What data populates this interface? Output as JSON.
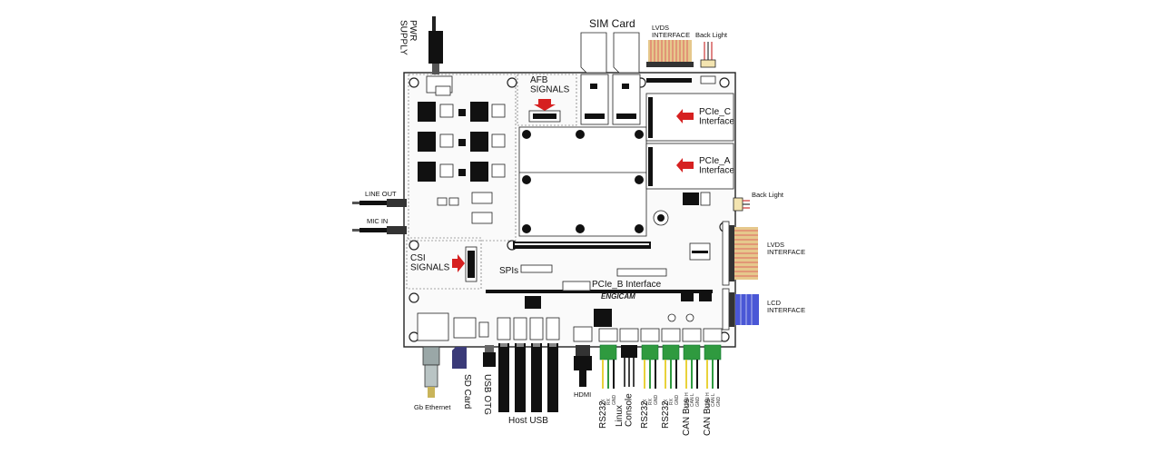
{
  "colors": {
    "arrow": "#d62020",
    "ribbon_red": "#e07a6a",
    "ribbon_tan": "#e6c88c",
    "lcd_blue": "#4a57d6",
    "terminal_green": "#2f9a3f",
    "wire_yellow": "#e9d23a",
    "ethernet_gray": "#9aa7a7",
    "sd_navy": "#3a3a78"
  },
  "labels": {
    "pwr_supply": "PWR\nSUPPLY",
    "sim_card": "SIM Card",
    "lvds_interface_top": "LVDS\nINTERFACE",
    "back_light_top": "Back Light",
    "afb_signals": "AFB\nSIGNALS",
    "pcie_c": "PCIe_C\nInterface",
    "pcie_a": "PCIe_A\nInterface",
    "back_light_right": "Back Light",
    "lvds_interface_right": "LVDS\nINTERFACE",
    "lcd_interface": "LCD\nINTERFACE",
    "line_out": "LINE OUT",
    "mic_in": "MIC IN",
    "csi_signals": "CSI\nSIGNALS",
    "spis": "SPIs",
    "pcie_b": "PCIe_B Interface",
    "logo": "ENGICAM",
    "gb_ethernet": "Gb Ethernet",
    "sd_card": "SD Card",
    "usb_otg": "USB OTG",
    "host_usb": "Host USB",
    "hdmi": "HDMI",
    "rs232_1": "RS232",
    "linux_console": "Linux\nConsole",
    "rs232_2": "RS232",
    "rs232_3": "RS232",
    "can_bus_1": "CAN Bus",
    "can_bus_2": "CAN Bus",
    "pin_tx": "TX",
    "pin_rx": "RX",
    "pin_gnd": "GND",
    "pin_can_h": "CAN H",
    "pin_can_l": "CAN L"
  }
}
